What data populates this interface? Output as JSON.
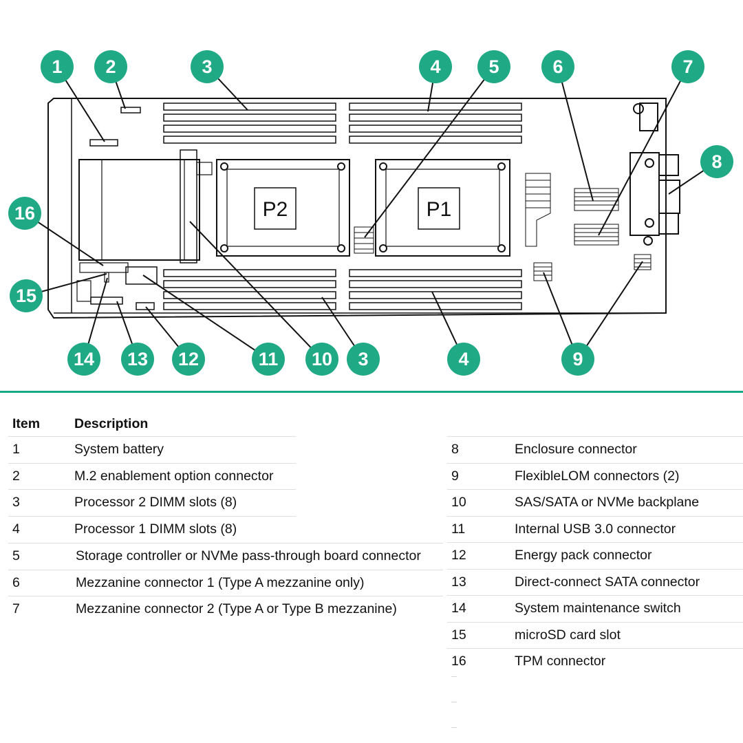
{
  "diagram": {
    "processor_labels": [
      "P2",
      "P1"
    ],
    "callouts": [
      "1",
      "2",
      "3",
      "4",
      "5",
      "6",
      "7",
      "8",
      "16",
      "15",
      "14",
      "13",
      "12",
      "11",
      "10",
      "3",
      "4",
      "9"
    ],
    "colors": {
      "callout": "#1fa985",
      "rule": "#19a884",
      "line": "#111111"
    }
  },
  "legend": {
    "header": {
      "item": "Item",
      "description": "Description"
    },
    "rows": [
      {
        "item": "1",
        "description": "System battery"
      },
      {
        "item": "2",
        "description": "M.2 enablement option connector"
      },
      {
        "item": "3",
        "description": "Processor 2 DIMM slots (8)"
      },
      {
        "item": "4",
        "description": "Processor 1 DIMM slots (8)"
      },
      {
        "item": "5",
        "description": "Storage controller or NVMe pass-through board connector"
      },
      {
        "item": "6",
        "description": "Mezzanine connector 1 (Type A mezzanine only)"
      },
      {
        "item": "7",
        "description": "Mezzanine connector 2 (Type A or Type B mezzanine)"
      },
      {
        "item": "8",
        "description": "Enclosure connector"
      },
      {
        "item": "9",
        "description": "FlexibleLOM connectors (2)"
      },
      {
        "item": "10",
        "description": "SAS/SATA or NVMe backplane"
      },
      {
        "item": "11",
        "description": "Internal USB 3.0 connector"
      },
      {
        "item": "12",
        "description": "Energy pack connector"
      },
      {
        "item": "13",
        "description": "Direct-connect SATA connector"
      },
      {
        "item": "14",
        "description": "System maintenance switch"
      },
      {
        "item": "15",
        "description": "microSD card slot"
      },
      {
        "item": "16",
        "description": "TPM connector"
      }
    ]
  }
}
